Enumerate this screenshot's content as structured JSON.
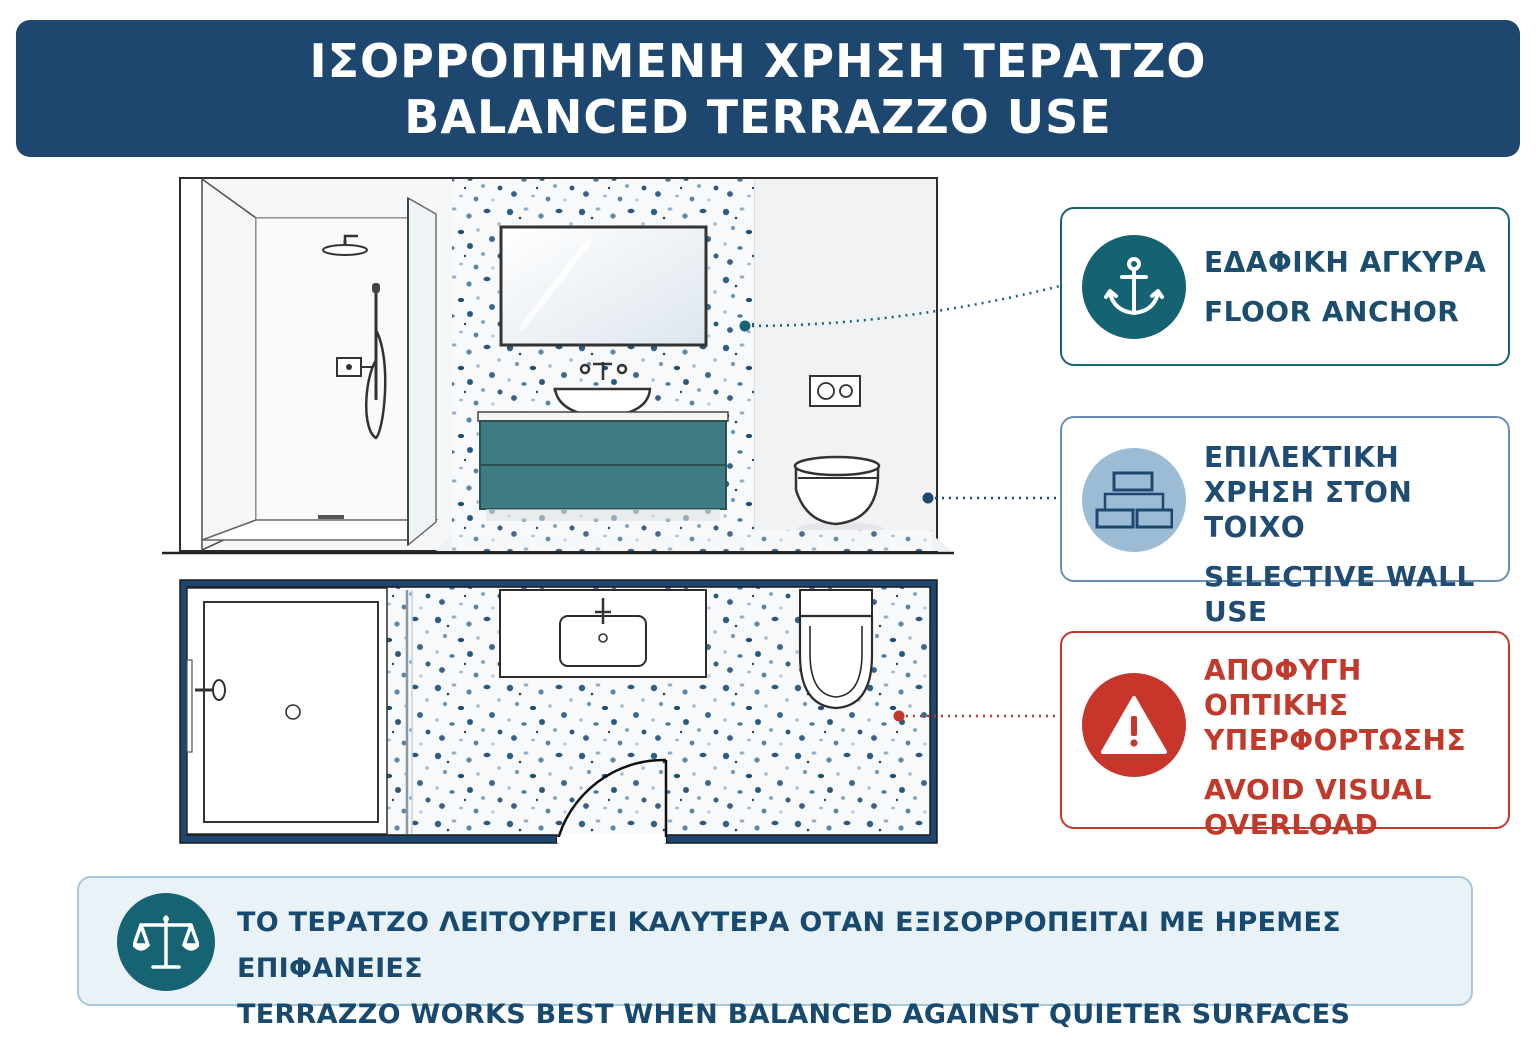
{
  "header": {
    "title_el": "ΙΣΟΡΡΟΠΗΜΕΝΗ ΧΡΗΣΗ ΤΕΡΑΤΖΟ",
    "title_en": "BALANCED TERRAZZO USE"
  },
  "cards": {
    "floor": {
      "title_el": "ΕΔΑΦΙΚΗ ΑΓΚΥΡΑ",
      "title_en": "FLOOR ANCHOR",
      "icon": "anchor-icon",
      "color": "#1a6374"
    },
    "wall": {
      "title_el_line1": "ΕΠΙΛΕΚΤΙΚΗ",
      "title_el_line2": "ΧΡΗΣΗ ΣΤΟΝ ΤΟΙΧΟ",
      "title_en": "SELECTIVE WALL USE",
      "icon": "tiles-icon",
      "color": "#6b8fb3"
    },
    "overload": {
      "title_el_line1": "ΑΠΟΦΥΓΗ ΟΠΤΙΚΗΣ",
      "title_el_line2": "ΥΠΕΡΦΟΡΤΩΣΗΣ",
      "title_en_line1": "AVOID VISUAL",
      "title_en_line2": "OVERLOAD",
      "icon": "warning-icon",
      "color": "#c0392b"
    }
  },
  "footer": {
    "text_el": "ΤΟ ΤΕΡΑΤΖΟ ΛΕΙΤΟΥΡΓΕΙ ΚΑΛΥΤΕΡΑ ΟΤΑΝ ΕΞΙΣΟΡΡΟΠΕΙΤΑΙ ΜΕ ΗΡΕΜΕΣ ΕΠΙΦΑΝΕΙΕΣ",
    "text_en": "TERRAZZO WORKS BEST WHEN BALANCED AGAINST QUIETER SURFACES",
    "icon": "balance-scale-icon"
  }
}
